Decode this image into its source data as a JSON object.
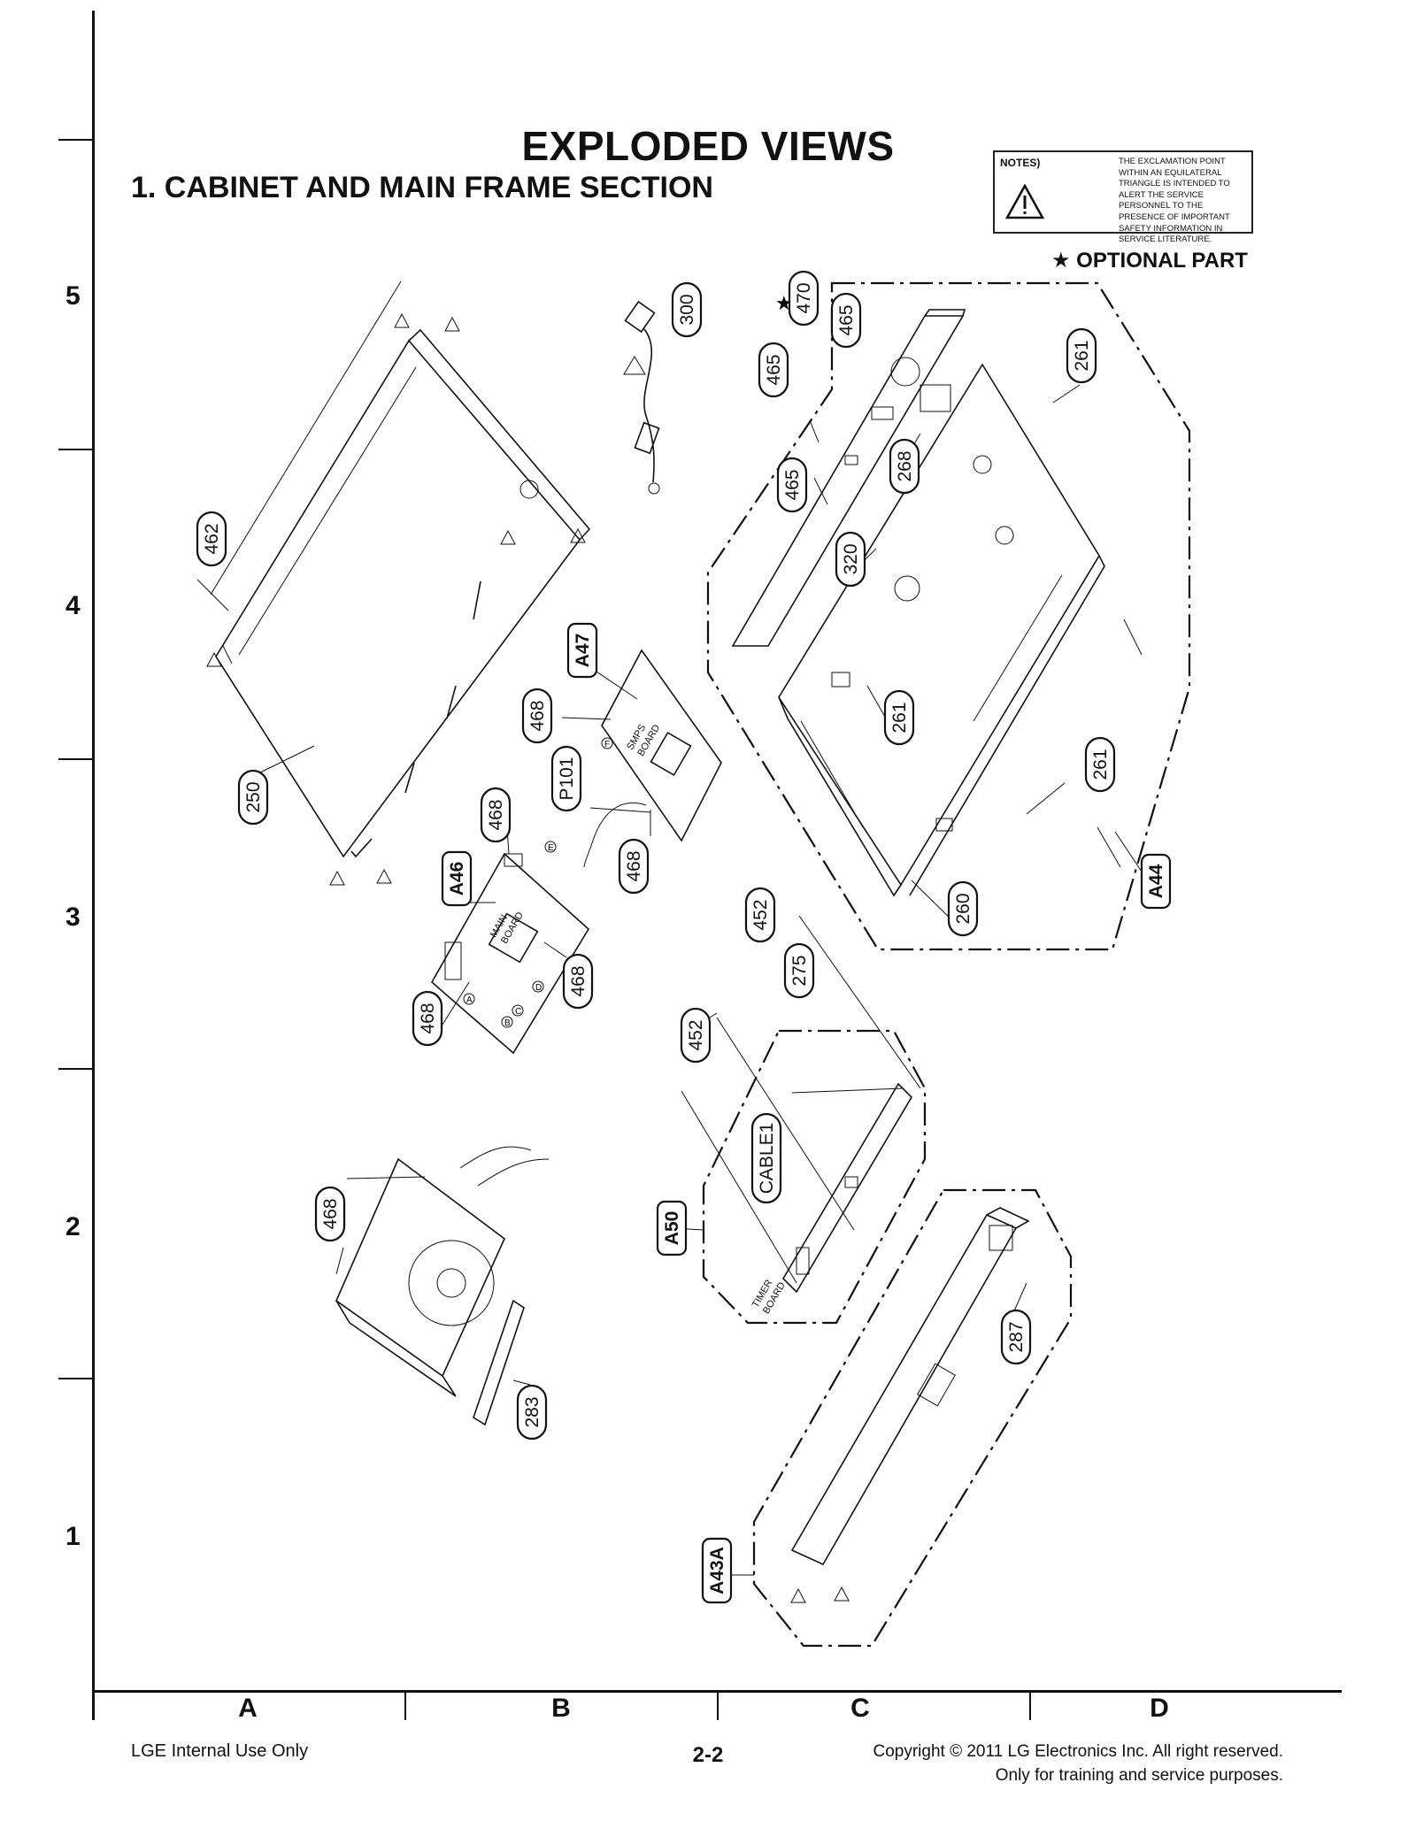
{
  "page": {
    "title": "EXPLODED VIEWS",
    "subtitle": "1. CABINET AND MAIN FRAME SECTION",
    "notes_label": "NOTES)",
    "notes_text": "THE EXCLAMATION POINT WITHIN AN EQUILATERAL TRIANGLE IS INTENDED TO ALERT THE SERVICE PERSONNEL TO THE PRESENCE OF IMPORTANT SAFETY INFORMATION IN SERVICE LITERATURE.",
    "optional_part": "★ OPTIONAL PART"
  },
  "grid": {
    "rows": [
      "5",
      "4",
      "3",
      "2",
      "1"
    ],
    "columns": [
      "A",
      "B",
      "C",
      "D"
    ]
  },
  "callouts": {
    "c300": "300",
    "c470": "470",
    "c465a": "465",
    "c465b": "465",
    "c465c": "465",
    "c261a": "261",
    "c261b": "261",
    "c261c": "261",
    "c268": "268",
    "c320": "320",
    "c462": "462",
    "c250": "250",
    "cA47": "A47",
    "c468a": "468",
    "cP101": "P101",
    "c468b": "468",
    "c468c": "468",
    "cA46": "A46",
    "c468d": "468",
    "c468e": "468",
    "c468f": "468",
    "c452a": "452",
    "c275": "275",
    "c452b": "452",
    "c260": "260",
    "cA44": "A44",
    "cCABLE1": "CABLE1",
    "cA50": "A50",
    "c287": "287",
    "c283": "283",
    "cA43A": "A43A"
  },
  "board_labels": {
    "smps": [
      "SMPS",
      "BOARD"
    ],
    "main": [
      "MAIN",
      "BOARD"
    ],
    "timer": [
      "TIMER",
      "BOARD"
    ]
  },
  "connector_letters": [
    "A",
    "B",
    "C",
    "D",
    "E",
    "F"
  ],
  "star": "★",
  "footer": {
    "left": "LGE Internal Use Only",
    "center": "2-2",
    "right_line1": "Copyright © 2011 LG Electronics Inc. All right reserved.",
    "right_line2": "Only for training and service purposes."
  }
}
